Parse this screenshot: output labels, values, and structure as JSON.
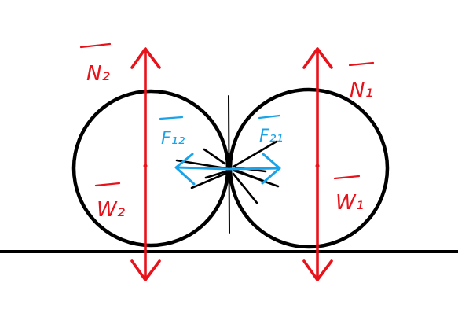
{
  "labels": {
    "n2": "N₂",
    "w2": "W₂",
    "n1": "N₁",
    "w1": "W₁",
    "f12": "F₁₂",
    "f21": "F₂₁"
  },
  "colors": {
    "outline": "#000000",
    "vertical_forces": "#e8121a",
    "contact_forces": "#1aa3e8",
    "background": "#ffffff"
  }
}
